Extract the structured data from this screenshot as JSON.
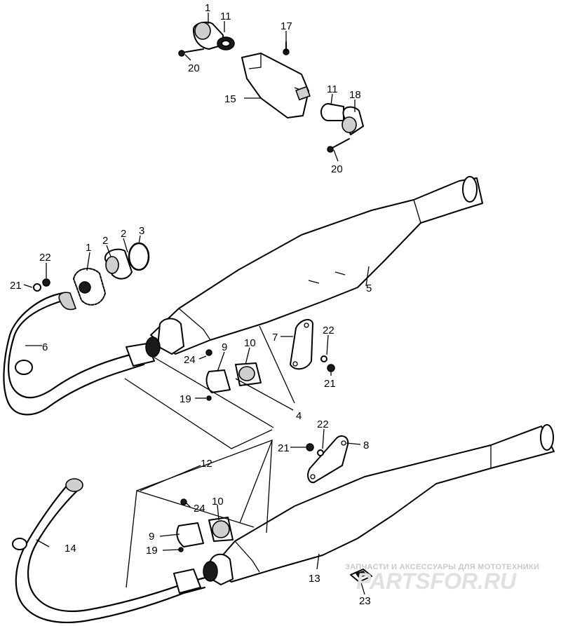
{
  "labels": {
    "l1_top": "1",
    "l11_top": "11",
    "l20_top": "20",
    "l17": "17",
    "l15": "15",
    "l11_mid": "11",
    "l18": "18",
    "l20_mid": "20",
    "l3": "3",
    "l2_a": "2",
    "l2_b": "2",
    "l1_mid": "1",
    "l22_left": "22",
    "l21_left": "21",
    "l6": "6",
    "l5": "5",
    "l7": "7",
    "l22_r1": "22",
    "l21_r1": "21",
    "l9_a": "9",
    "l10_a": "10",
    "l24_a": "24",
    "l19_a": "19",
    "l4": "4",
    "l22_r2": "22",
    "l21_r2": "21",
    "l8": "8",
    "l12": "12",
    "l24_b": "24",
    "l10_b": "10",
    "l9_b": "9",
    "l19_b": "19",
    "l14": "14",
    "l13": "13",
    "l23": "23"
  },
  "watermark": {
    "tagline": "ЗАПЧАСТИ И АКСЕССУАРЫ ДЛЯ МОТОТЕХНИКИ",
    "brand": "PARTSFOR.RU"
  }
}
